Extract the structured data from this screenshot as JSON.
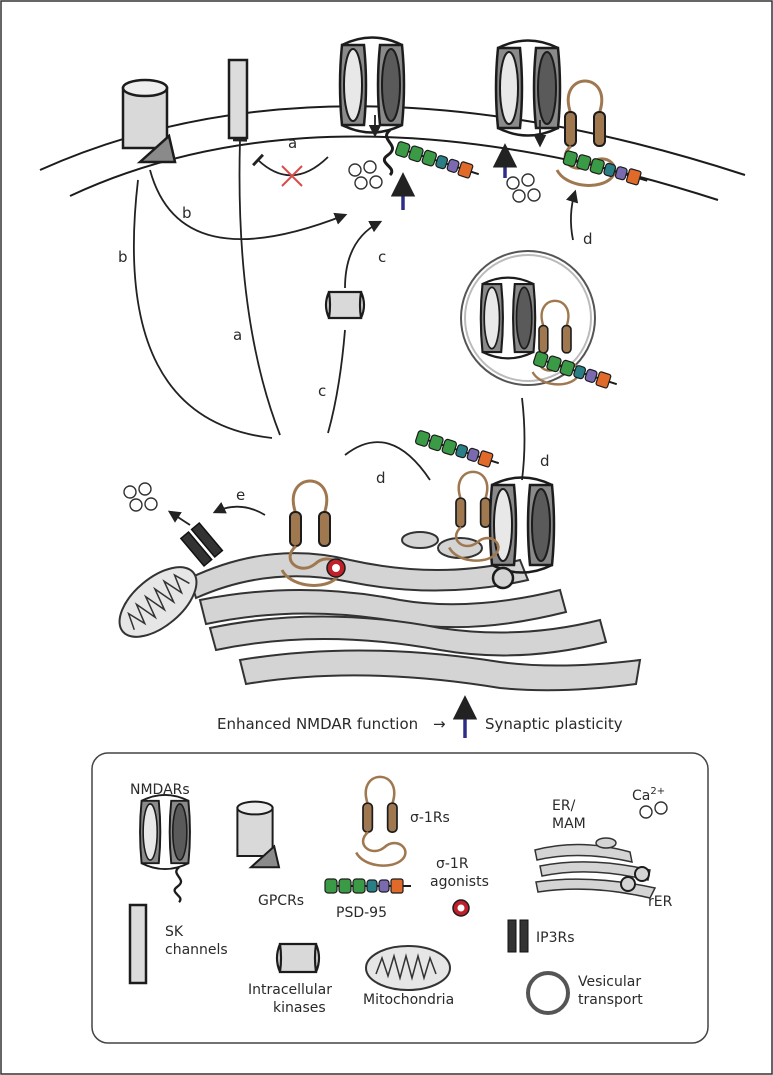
{
  "diagram": {
    "step_labels": {
      "a1": "a",
      "a2": "a",
      "b1": "b",
      "b2": "b",
      "c1": "c",
      "c2": "c",
      "d1": "d",
      "d2": "d",
      "d3": "d",
      "e": "e"
    },
    "caption": {
      "left": "Enhanced NMDAR function",
      "arrow": "→",
      "right": "Synaptic plasticity"
    },
    "colors": {
      "upregulation_arrow": "#2e2e8a",
      "inhibition_cross": "#d84b4b",
      "sigma1r": "#a07850",
      "sigma1r_agonist": "#c0202a",
      "psd95_green": "#3a9a45",
      "psd95_teal": "#2a7f86",
      "psd95_purple": "#7a6ab0",
      "psd95_orange": "#e06a2a"
    }
  },
  "legend": {
    "nmdars": "NMDARs",
    "gpcrs": "GPCRs",
    "sigma1rs": "σ-1Rs",
    "psd95": "PSD-95",
    "sigma1r_agonists_line1": "σ-1R",
    "sigma1r_agonists_line2": "agonists",
    "er_mam_line1": "ER/",
    "er_mam_line2": "MAM",
    "ca_base": "Ca",
    "ca_sup": "2+",
    "rer": "rER",
    "sk_line1": "SK",
    "sk_line2": "channels",
    "kinases_line1": "Intracellular",
    "kinases_line2": "kinases",
    "mitochondria": "Mitochondria",
    "ip3rs": "IP3Rs",
    "vesicular_line1": "Vesicular",
    "vesicular_line2": "transport"
  }
}
